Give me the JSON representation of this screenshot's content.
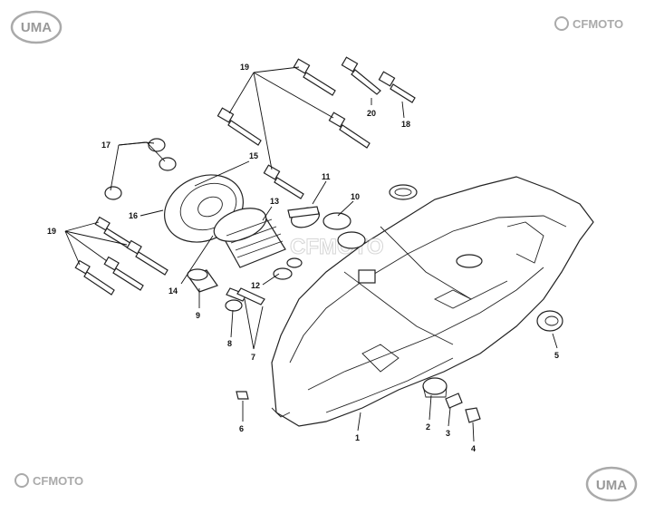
{
  "brand": {
    "top_left_logo": "UMA",
    "top_right_logo": "CFMOTO",
    "bottom_left_logo": "CFMOTO",
    "bottom_right_logo": "UMA",
    "watermark": "CFMOTO",
    "accent_color": "#b8b8b8"
  },
  "callouts": [
    {
      "id": "c19a",
      "label": "19"
    },
    {
      "id": "c20",
      "label": "20"
    },
    {
      "id": "c18",
      "label": "18"
    },
    {
      "id": "c17",
      "label": "17"
    },
    {
      "id": "c15",
      "label": "15"
    },
    {
      "id": "c11",
      "label": "11"
    },
    {
      "id": "c13",
      "label": "13"
    },
    {
      "id": "c10",
      "label": "10"
    },
    {
      "id": "c16",
      "label": "16"
    },
    {
      "id": "c19b",
      "label": "19"
    },
    {
      "id": "c14",
      "label": "14"
    },
    {
      "id": "c12",
      "label": "12"
    },
    {
      "id": "c9",
      "label": "9"
    },
    {
      "id": "c8",
      "label": "8"
    },
    {
      "id": "c7",
      "label": "7"
    },
    {
      "id": "c5",
      "label": "5"
    },
    {
      "id": "c6",
      "label": "6"
    },
    {
      "id": "c1",
      "label": "1"
    },
    {
      "id": "c2",
      "label": "2"
    },
    {
      "id": "c3",
      "label": "3"
    },
    {
      "id": "c4",
      "label": "4"
    }
  ]
}
